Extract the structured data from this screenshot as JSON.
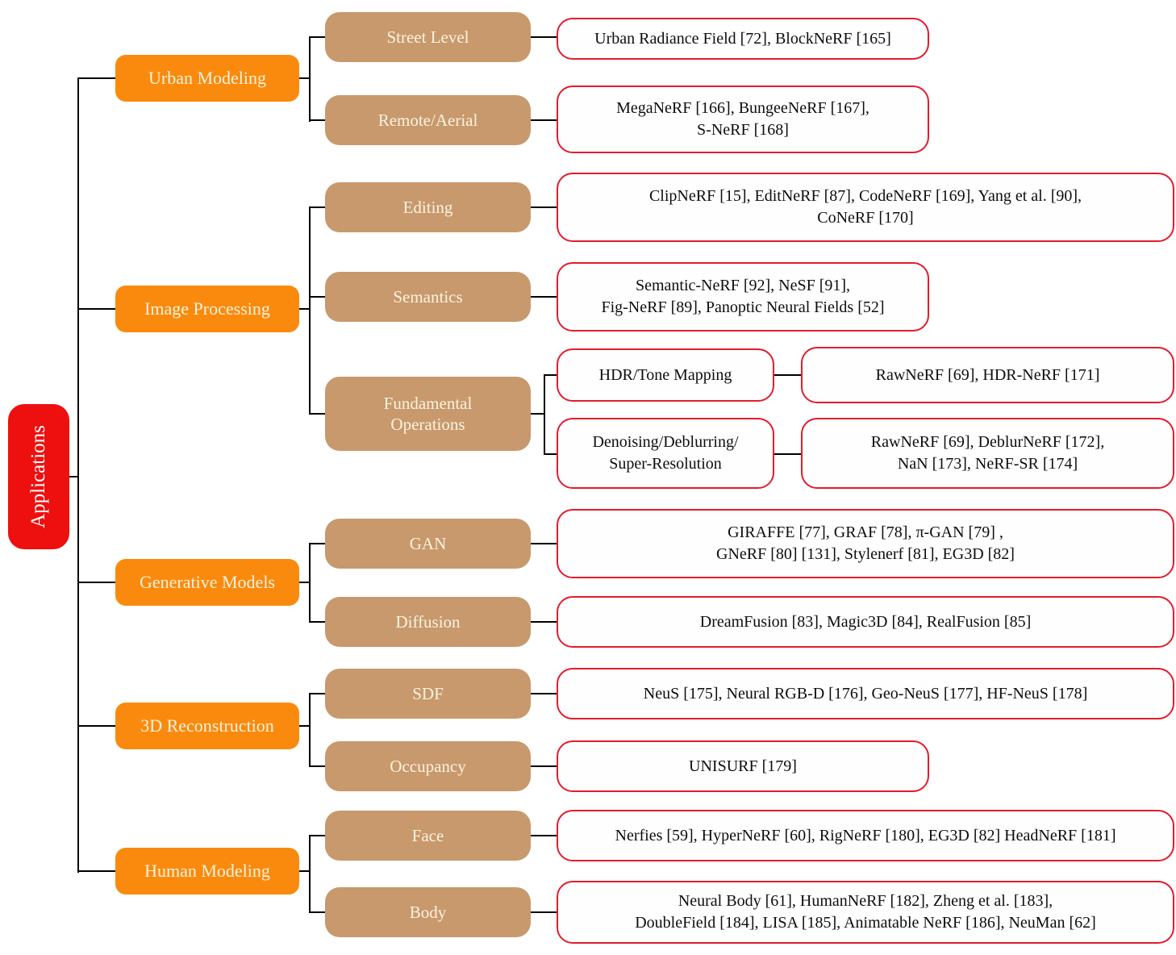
{
  "colors": {
    "root_red": "#ee0f0f",
    "level1_orange": "#fa8a0d",
    "level2_tan": "#c8996c",
    "leaf_border_red": "#e31c2d",
    "connector_black": "#000000"
  },
  "root": {
    "label": "Applications"
  },
  "level1": {
    "urban": {
      "label": "Urban Modeling"
    },
    "image_processing": {
      "label": "Image Processing"
    },
    "generative": {
      "label": "Generative Models"
    },
    "reconstruction": {
      "label": "3D Reconstruction"
    },
    "human": {
      "label": "Human Modeling"
    }
  },
  "level2": {
    "street": {
      "label": "Street Level"
    },
    "remote": {
      "label": "Remote/Aerial"
    },
    "editing": {
      "label": "Editing"
    },
    "semantics": {
      "label": "Semantics"
    },
    "fundamental": {
      "label": "Fundamental\nOperations"
    },
    "gan": {
      "label": "GAN"
    },
    "diffusion": {
      "label": "Diffusion"
    },
    "sdf": {
      "label": "SDF"
    },
    "occupancy": {
      "label": "Occupancy"
    },
    "face": {
      "label": "Face"
    },
    "body": {
      "label": "Body"
    }
  },
  "level3": {
    "hdr_tone": {
      "label": "HDR/Tone Mapping"
    },
    "denoise": {
      "label": "Denoising/Deblurring/\nSuper-Resolution"
    }
  },
  "leaves": {
    "street": "Urban Radiance Field [72], BlockNeRF [165]",
    "remote": "MegaNeRF [166], BungeeNeRF [167],\nS-NeRF [168]",
    "editing": "ClipNeRF [15], EditNeRF [87], CodeNeRF [169], Yang et al. [90],\nCoNeRF [170]",
    "semantics": "Semantic-NeRF [92], NeSF [91],\nFig-NeRF [89], Panoptic Neural Fields [52]",
    "hdr_tone": "RawNeRF [69], HDR-NeRF [171]",
    "denoise": "RawNeRF [69], DeblurNeRF [172],\nNaN [173], NeRF-SR [174]",
    "gan": "GIRAFFE [77], GRAF [78], π-GAN [79] ,\nGNeRF [80] [131], Stylenerf [81], EG3D [82]",
    "diffusion": "DreamFusion [83], Magic3D [84], RealFusion [85]",
    "sdf": "NeuS [175], Neural RGB-D [176], Geo-NeuS [177], HF-NeuS [178]",
    "occupancy": "UNISURF [179]",
    "face": "Nerfies [59], HyperNeRF [60], RigNeRF [180], EG3D [82] HeadNeRF [181]",
    "body": "Neural Body [61], HumanNeRF [182], Zheng et al. [183],\nDoubleField [184], LISA [185], Animatable NeRF [186], NeuMan [62]"
  }
}
